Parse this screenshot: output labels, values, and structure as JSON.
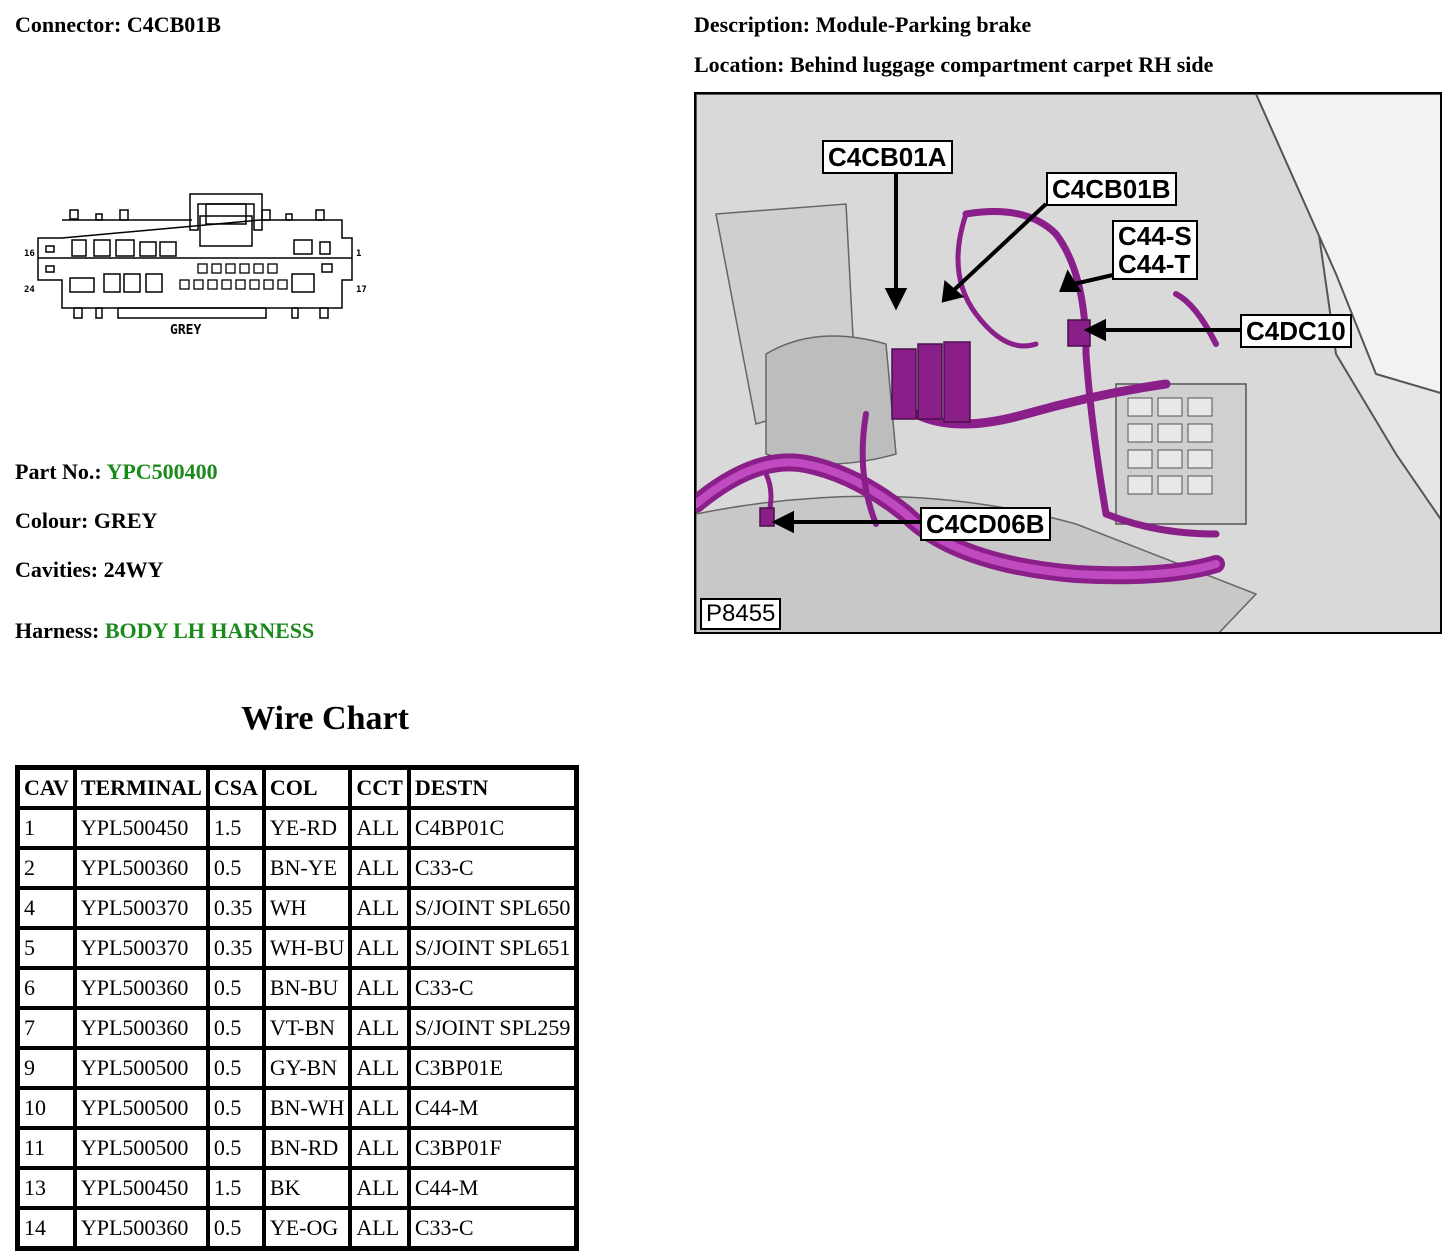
{
  "connector": {
    "label": "Connector:",
    "value": "C4CB01B"
  },
  "description": {
    "label": "Description:",
    "value": "Module-Parking brake"
  },
  "location": {
    "label": "Location:",
    "value": "Behind luggage compartment carpet RH side"
  },
  "part_no": {
    "label": "Part No.:",
    "value": "YPC500400"
  },
  "colour": {
    "label": "Colour:",
    "value": "GREY"
  },
  "cavities": {
    "label": "Cavities:",
    "value": "24WY"
  },
  "harness": {
    "label": "Harness:",
    "value": "BODY LH HARNESS"
  },
  "diagram": {
    "pin_top_left": "16",
    "pin_top_right": "1",
    "pin_bottom_left": "24",
    "pin_bottom_right": "17",
    "colour_text": "GREY"
  },
  "photo": {
    "callouts": [
      "C4CB01A",
      "C4CB01B",
      "C44-S",
      "C44-T",
      "C4DC10",
      "C4CD06B"
    ],
    "ref": "P8455"
  },
  "wire_chart": {
    "title": "Wire Chart",
    "headers": [
      "CAV",
      "TERMINAL",
      "CSA",
      "COL",
      "CCT",
      "DESTN"
    ],
    "rows": [
      [
        "1",
        "YPL500450",
        "1.5",
        "YE-RD",
        "ALL",
        "C4BP01C"
      ],
      [
        "2",
        "YPL500360",
        "0.5",
        "BN-YE",
        "ALL",
        "C33-C"
      ],
      [
        "4",
        "YPL500370",
        "0.35",
        "WH",
        "ALL",
        "S/JOINT SPL650"
      ],
      [
        "5",
        "YPL500370",
        "0.35",
        "WH-BU",
        "ALL",
        "S/JOINT SPL651"
      ],
      [
        "6",
        "YPL500360",
        "0.5",
        "BN-BU",
        "ALL",
        "C33-C"
      ],
      [
        "7",
        "YPL500360",
        "0.5",
        "VT-BN",
        "ALL",
        "S/JOINT SPL259"
      ],
      [
        "9",
        "YPL500500",
        "0.5",
        "GY-BN",
        "ALL",
        "C3BP01E"
      ],
      [
        "10",
        "YPL500500",
        "0.5",
        "BN-WH",
        "ALL",
        "C44-M"
      ],
      [
        "11",
        "YPL500500",
        "0.5",
        "BN-RD",
        "ALL",
        "C3BP01F"
      ],
      [
        "13",
        "YPL500450",
        "1.5",
        "BK",
        "ALL",
        "C44-M"
      ],
      [
        "14",
        "YPL500360",
        "0.5",
        "YE-OG",
        "ALL",
        "C33-C"
      ]
    ]
  }
}
